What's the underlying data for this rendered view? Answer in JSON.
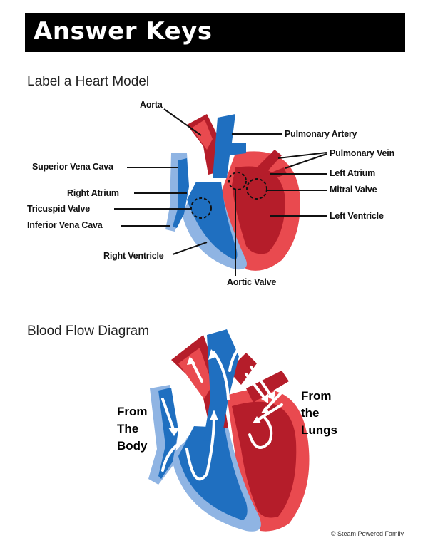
{
  "header": {
    "title": "Answer Keys"
  },
  "section1": {
    "title": "Label a Heart Model",
    "labels": {
      "aorta": "Aorta",
      "pulmonary_artery": "Pulmonary Artery",
      "pulmonary_vein": "Pulmonary Vein",
      "superior_vena_cava": "Superior Vena Cava",
      "left_atrium": "Left Atrium",
      "mitral_valve": "Mitral Valve",
      "right_atrium": "Right Atrium",
      "tricuspid_valve": "Tricuspid Valve",
      "inferior_vena_cava": "Inferior Vena Cava",
      "left_ventricle": "Left Ventricle",
      "right_ventricle": "Right Ventricle",
      "aortic_valve": "Aortic Valve"
    }
  },
  "section2": {
    "title": "Blood Flow Diagram",
    "from_body": [
      "From",
      "The",
      "Body"
    ],
    "from_lungs": [
      "From",
      "the",
      "Lungs"
    ]
  },
  "footer": {
    "copyright": "© Steam Powered Family"
  },
  "colors": {
    "red_dark": "#b51d2a",
    "red_light": "#e94a4f",
    "blue_dark": "#1f6fc0",
    "blue_light": "#8fb4e3"
  }
}
